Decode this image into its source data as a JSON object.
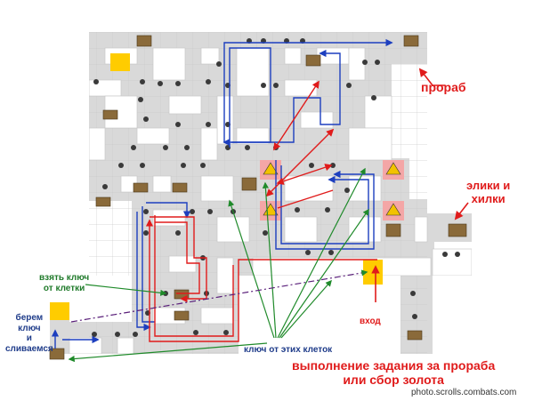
{
  "map": {
    "description_grid": "dungeon map with corridors, mobs, chests, and route arrows",
    "colors": {
      "background": "#ffffff",
      "corridor": "#d9d9d9",
      "gridline": "#c8c8c8",
      "wall_line": "#bdbdbd",
      "key_cell": "#ffcc00",
      "trap_cell": "#f4a6a6",
      "arrow_red": "#e01b1b",
      "arrow_blue": "#1d3fbf",
      "arrow_green": "#1f8a2a",
      "dashdot": "#5a1f7a"
    }
  },
  "labels": {
    "foreman": "прораб",
    "elixirs_line1": "элики и",
    "elixirs_line2": "хилки",
    "take_key_line1": "взять ключ",
    "take_key_line2": "от клетки",
    "grab_key_line1": "берем",
    "grab_key_line2": "ключ",
    "grab_key_line3": "и",
    "grab_key_line4": "сливаемся",
    "entrance": "вход",
    "cells_key": "ключ от этих клеток",
    "task_line1": "выполнение задания за прораба",
    "task_line2": "или сбор золота",
    "watermark": "photo.scrolls.combats.com"
  }
}
